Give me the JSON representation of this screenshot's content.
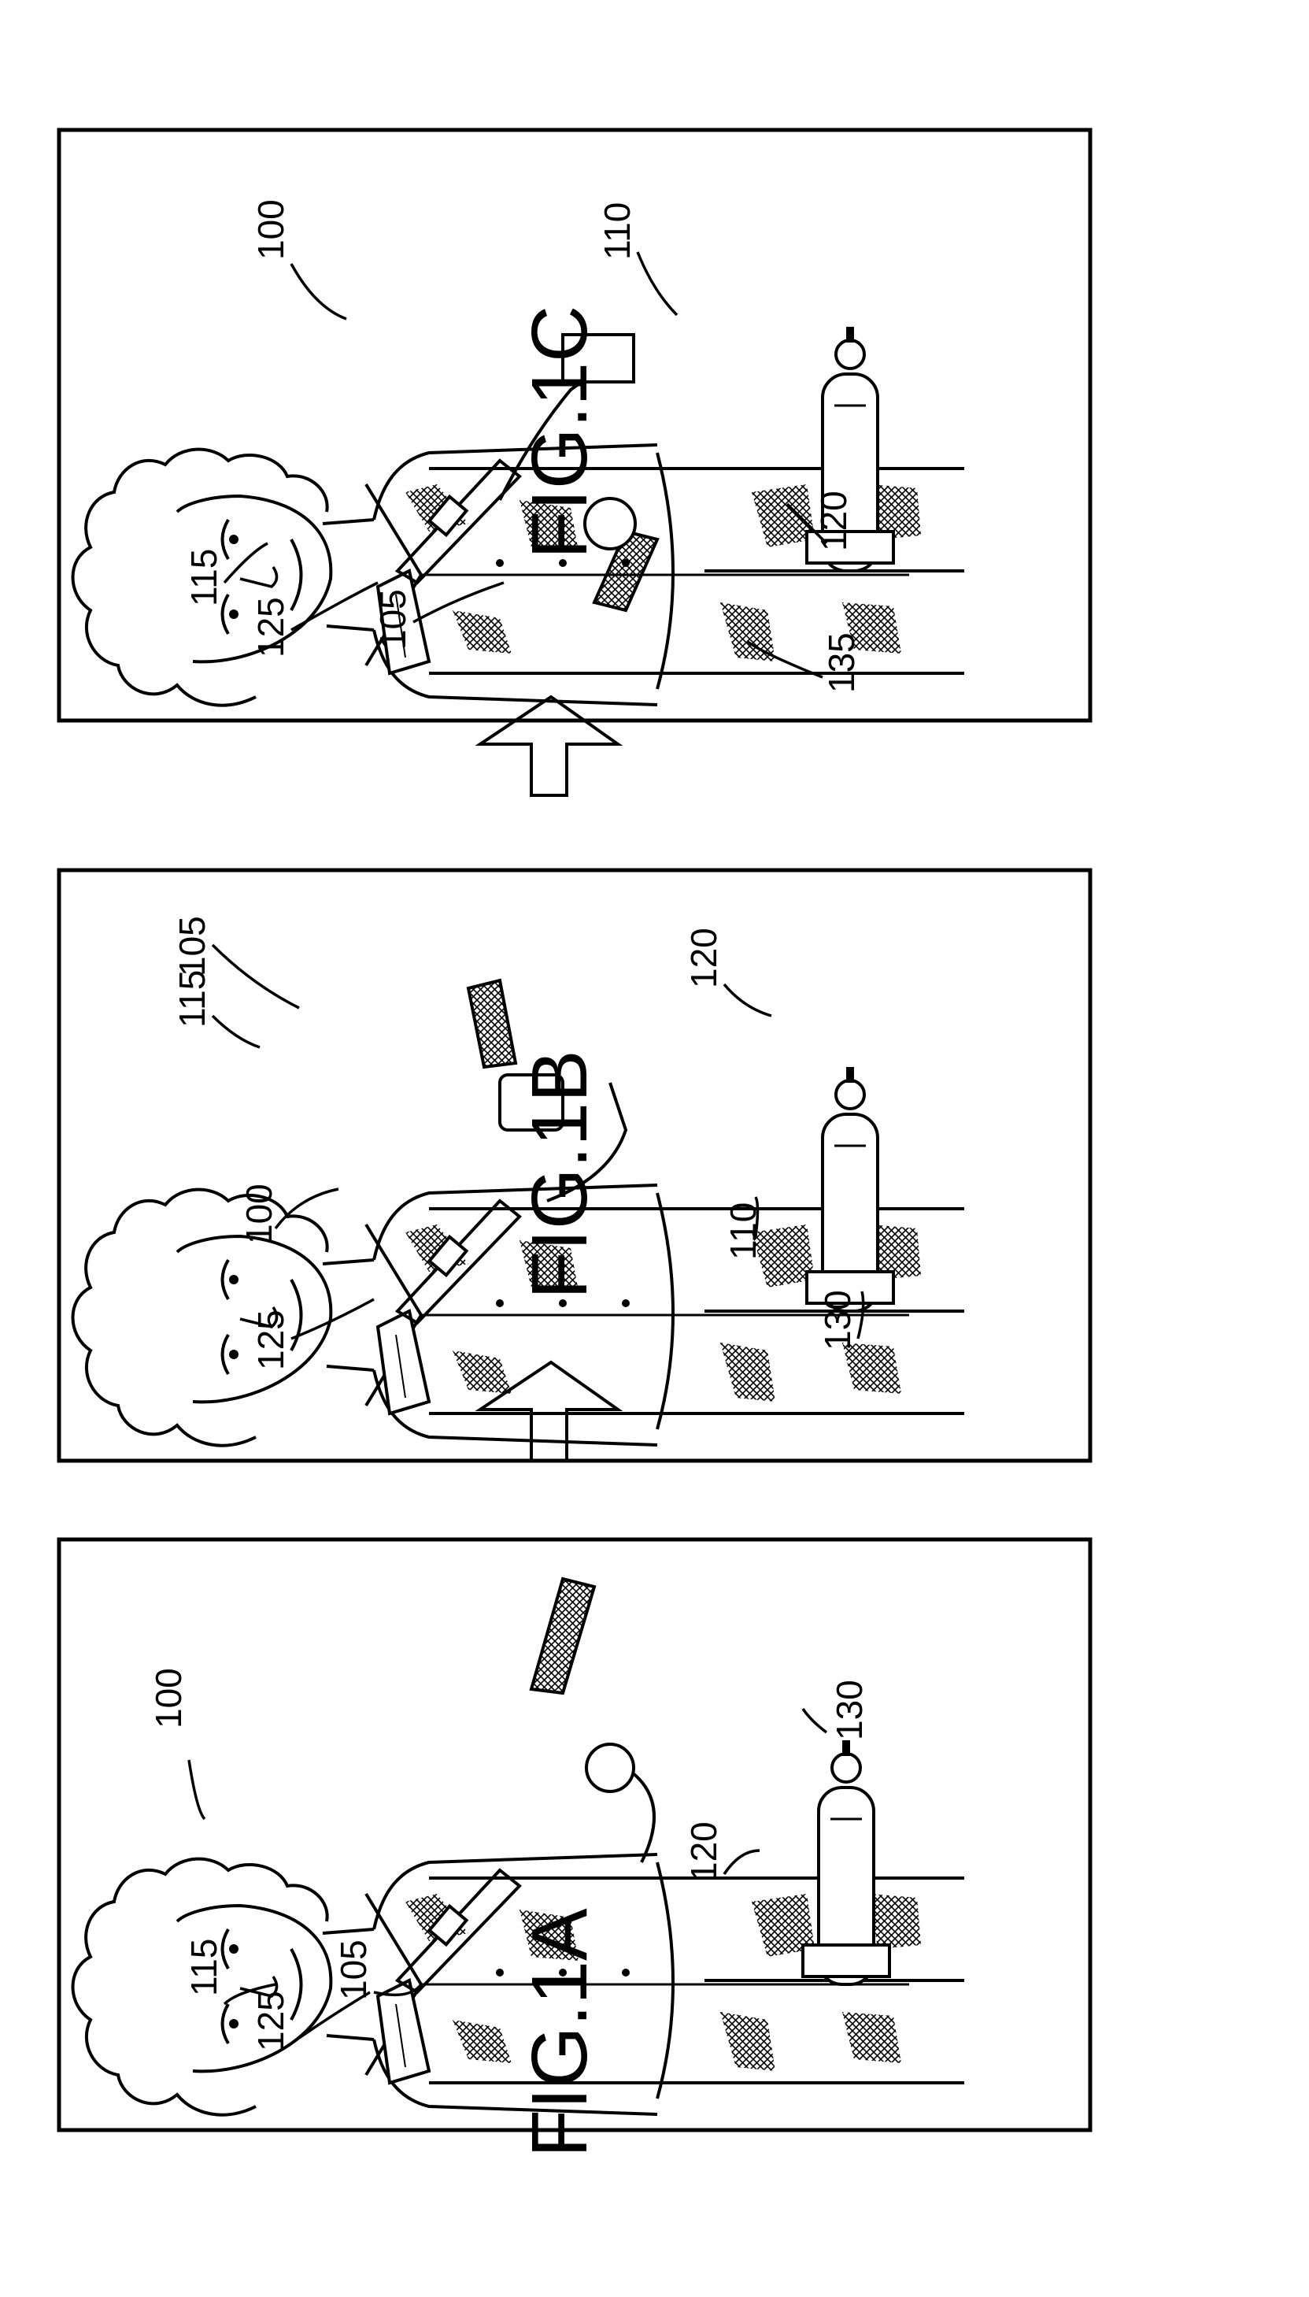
{
  "figures": {
    "fig_1a": {
      "caption": "FIG.1A",
      "refs": {
        "r100": "100",
        "r105": "105",
        "r115": "115",
        "r120": "120",
        "r125": "125",
        "r130": "130"
      }
    },
    "fig_1b": {
      "caption": "FIG.1B",
      "refs": {
        "r100": "100",
        "r105": "105",
        "r110": "110",
        "r115": "115",
        "r120": "120",
        "r125": "125",
        "r130": "130"
      }
    },
    "fig_1c": {
      "caption": "FIG.1C",
      "refs": {
        "r100": "100",
        "r105": "105",
        "r110": "110",
        "r115": "115",
        "r120": "120",
        "r125": "125",
        "r135": "135"
      }
    }
  }
}
